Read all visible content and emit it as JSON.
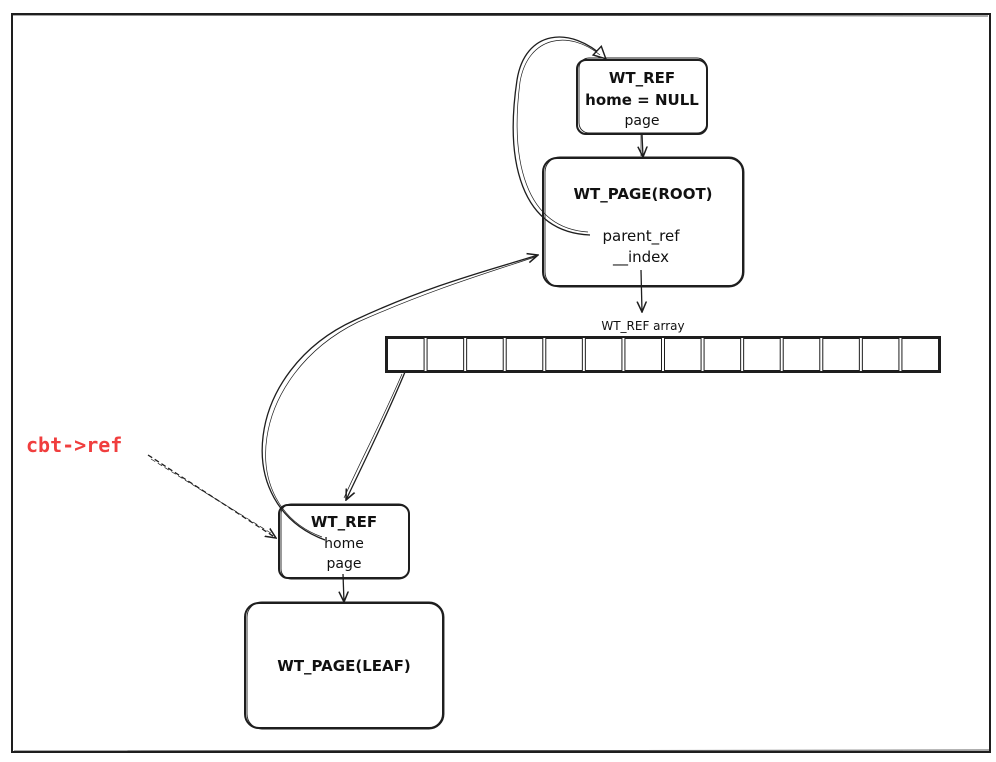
{
  "nodes": {
    "root_ref": {
      "title": "WT_REF",
      "home": "home = NULL",
      "page": "page"
    },
    "root_page": {
      "title": "WT_PAGE(ROOT)",
      "parent_ref": "parent_ref",
      "index": "__index"
    },
    "ref_array": {
      "label": "WT_REF array",
      "cell_count": 14
    },
    "leaf_ref": {
      "title": "WT_REF",
      "home": "home",
      "page": "page"
    },
    "leaf_page": {
      "title": "WT_PAGE(LEAF)"
    }
  },
  "annotations": {
    "cbt_ref": {
      "text": "cbt->ref",
      "color": "#f03e3e"
    }
  },
  "colors": {
    "stroke": "#1e1e1e",
    "background": "#ffffff"
  }
}
